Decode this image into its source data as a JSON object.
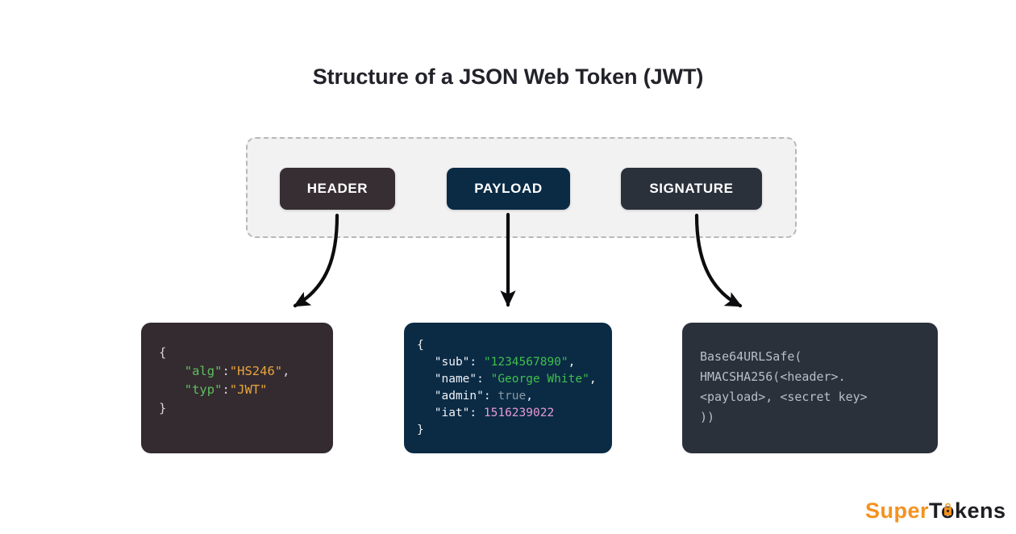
{
  "title": "Structure of a JSON Web Token (JWT)",
  "token_parts": [
    {
      "label": "HEADER",
      "color": "#372e33"
    },
    {
      "label": "PAYLOAD",
      "color": "#0b2b45"
    },
    {
      "label": "SIGNATURE",
      "color": "#2b313b"
    }
  ],
  "code_blocks": {
    "header": {
      "background": "#332b30",
      "lines": [
        {
          "open_brace": "{"
        },
        {
          "key": "\"alg\"",
          "colon": ":",
          "value": "\"HS246\"",
          "comma": ","
        },
        {
          "key": "\"typ\"",
          "colon": ":",
          "value": "\"JWT\"",
          "comma": ""
        },
        {
          "close_brace": "}"
        }
      ]
    },
    "payload": {
      "background": "#0b2b45",
      "lines": [
        {
          "open_brace": "{"
        },
        {
          "key": "\"sub\":",
          "value": "\"1234567890\"",
          "comma": ","
        },
        {
          "key": "\"name\":",
          "value": "\"George White\"",
          "comma": ","
        },
        {
          "key": "\"admin\":",
          "value": "true",
          "comma": ","
        },
        {
          "key": "\"iat\":",
          "value": "1516239022",
          "comma": ""
        },
        {
          "close_brace": "}"
        }
      ]
    },
    "signature": {
      "background": "#2b313b",
      "lines": [
        "Base64URLSafe(",
        "HMACSHA256(<header>.",
        "<payload>, <secret key>",
        "))"
      ]
    }
  },
  "logo": {
    "super": "Super",
    "tokens": "Tokens",
    "super_color": "#f4921f",
    "tokens_color": "#1d1d22"
  }
}
